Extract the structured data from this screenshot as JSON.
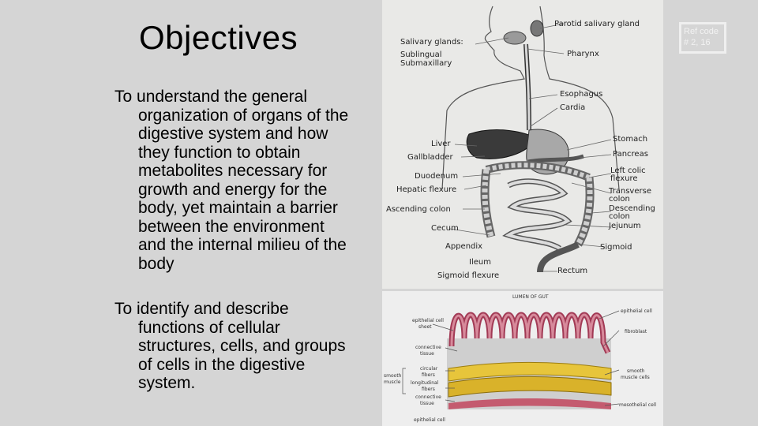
{
  "slide": {
    "title": "Objectives",
    "ref_code": {
      "line1": "Ref code",
      "line2": "# 2, 16"
    }
  },
  "objectives": [
    {
      "lead": "To understand the general",
      "rest": "organization of organs of the digestive system and how they function to obtain metabolites necessary for growth and energy for the body, yet maintain a barrier between the environment and the internal milieu of the body"
    },
    {
      "lead": "To identify and describe",
      "rest": "functions of cellular structures, cells, and groups of cells in the digestive system."
    }
  ],
  "digestive_diagram": {
    "labels": {
      "salivary_glands": "Salivary glands:",
      "sublingual": "Sublingual",
      "submaxillary": "Submaxillary",
      "parotid": "Parotid salivary gland",
      "pharynx": "Pharynx",
      "esophagus": "Esophagus",
      "cardia": "Cardia",
      "liver": "Liver",
      "gallbladder": "Gallbladder",
      "duodenum": "Duodenum",
      "hepatic_flexure": "Hepatic flexure",
      "ascending_colon": "Ascending colon",
      "cecum": "Cecum",
      "appendix": "Appendix",
      "ileum": "Ileum",
      "sigmoid_flexure": "Sigmoid flexure",
      "stomach": "Stomach",
      "pancreas": "Pancreas",
      "left_colic_flexure_1": "Left colic",
      "left_colic_flexure_2": "flexure",
      "transverse_colon_1": "Transverse",
      "transverse_colon_2": "colon",
      "descending_colon_1": "Descending",
      "descending_colon_2": "colon",
      "jejunum": "Jejunum",
      "sigmoid": "Sigmoid",
      "rectum": "Rectum"
    }
  },
  "gut_wall_diagram": {
    "labels": {
      "lumen": "LUMEN OF GUT",
      "epithelial_cell_sheet_top_1": "epithelial cell",
      "epithelial_cell_sheet_top_2": "sheet",
      "connective_tissue_1": "connective",
      "connective_tissue_2": "tissue",
      "circular_fibers_1": "circular",
      "circular_fibers_2": "fibers",
      "smooth_muscle_1": "smooth",
      "smooth_muscle_2": "muscle",
      "longitudinal_fibers_1": "longitudinal",
      "longitudinal_fibers_2": "fibers",
      "connective_tissue_b_1": "connective",
      "connective_tissue_b_2": "tissue",
      "epithelial_cell_sheet_bottom": "epithelial cell",
      "epithelial_cell": "epithelial cell",
      "fibroblast": "fibroblast",
      "smooth_muscle_cells_1": "smooth",
      "smooth_muscle_cells_2": "muscle cells",
      "mesothelial_cell": "mesothelial cell"
    }
  }
}
